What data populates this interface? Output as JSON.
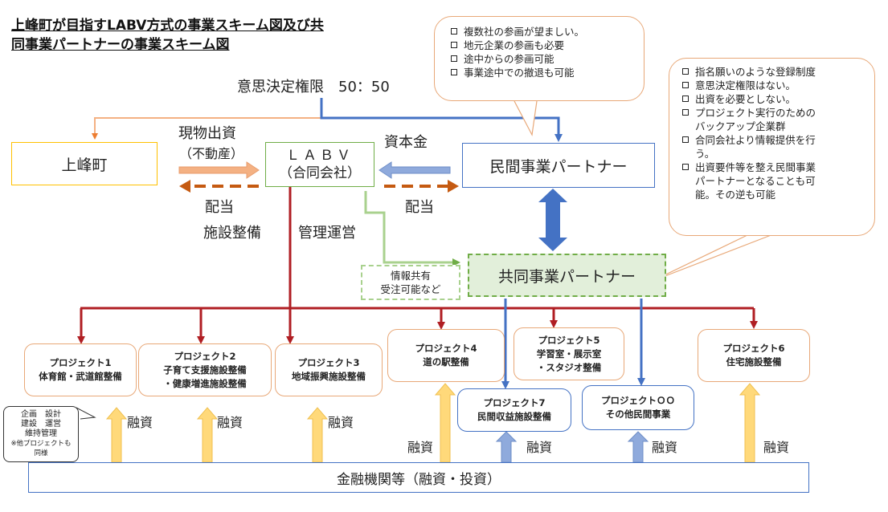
{
  "title": {
    "line1": "上峰町が目指すLABV方式の事業スキーム図及び共",
    "line2": "同事業パートナーの事業スキーム図"
  },
  "decision": "意思決定権限　50：50",
  "nodes": {
    "town": "上峰町",
    "labv_line1": "ＬＡＢＶ",
    "labv_line2": "（合同会社）",
    "private": "民間事業パートナー",
    "joint": "共同事業パートナー",
    "info_line1": "情報共有",
    "info_line2": "受注可能など",
    "finance": "金融機関等（融資・投資）"
  },
  "labels": {
    "inkind_line1": "現物出資",
    "inkind_line2": "（不動産）",
    "capital": "資本金",
    "dividend": "配当",
    "facility": "施設整備",
    "management": "管理運営",
    "loan": "融資"
  },
  "callout_top": [
    "複数社の参画が望ましい。",
    "地元企業の参画も必要",
    "途中からの参画可能",
    "事業途中での撤退も可能"
  ],
  "callout_right": [
    "指名願いのような登録制度",
    "意思決定権限はない。",
    "出資を必要としない。",
    "プロジェクト実行のための\nバックアップ企業群",
    "合同会社より情報提供を行\nう。",
    "出資要件等を整え民間事業\nパートナーとなることも可\n能。その逆も可能"
  ],
  "projects": {
    "p1": {
      "line1": "プロジェクト1",
      "line2": "体育館・武道館整備"
    },
    "p2": {
      "line1": "プロジェクト2",
      "line2": "子育て支援施設整備",
      "line3": "・健康増進施設整備"
    },
    "p3": {
      "line1": "プロジェクト3",
      "line2": "地域振興施設整備"
    },
    "p4": {
      "line1": "プロジェクト4",
      "line2": "道の駅整備"
    },
    "p5": {
      "line1": "プロジェクト5",
      "line2": "学習室・展示室",
      "line3": "・スタジオ整備"
    },
    "p6": {
      "line1": "プロジェクト6",
      "line2": "住宅施設整備"
    },
    "p7": {
      "line1": "プロジェクト7",
      "line2": "民間収益施設整備"
    },
    "poo": {
      "line1": "プロジェクトＯＯ",
      "line2": "その他民間事業"
    }
  },
  "note": {
    "line1": "企画　設計",
    "line2": "建設　運営",
    "line3": "維持管理",
    "line4": "※他プロジェクトも",
    "line5": "同様"
  },
  "colors": {
    "red": "#b01e23",
    "blue": "#4472c4",
    "green": "#70ad47",
    "orange": "#c55a11",
    "salmon": "#f4b183",
    "yellow": "#ffc000",
    "light_yellow": "#ffd97a"
  }
}
